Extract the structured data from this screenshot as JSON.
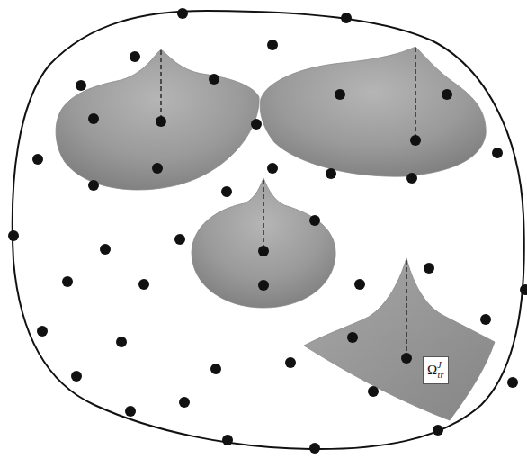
{
  "diagram": {
    "nodes": [
      {
        "text": [
          "Ω",
          "J",
          "tr"
        ]
      }
    ]
  }
}
